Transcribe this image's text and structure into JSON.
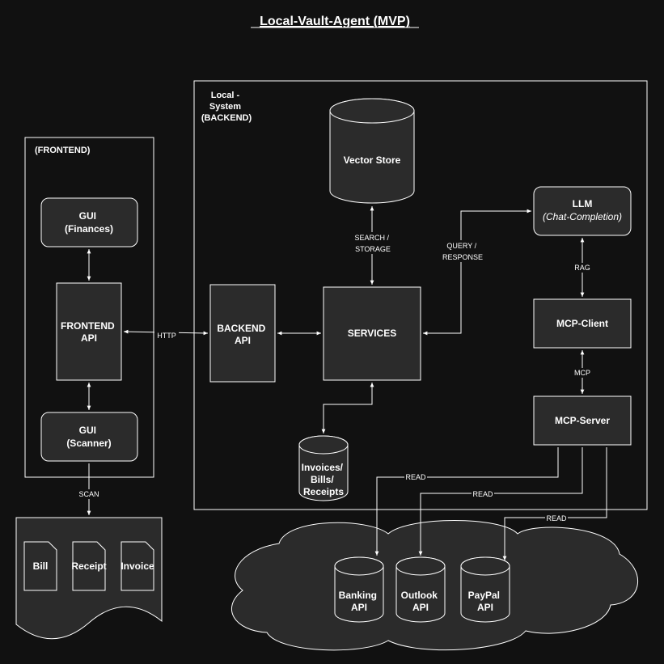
{
  "title": "Local-Vault-Agent (MVP)",
  "frontend": {
    "group_label": "(FRONTEND)",
    "gui_finances": [
      "GUI",
      "(Finances)"
    ],
    "frontend_api": [
      "FRONTEND",
      "API"
    ],
    "gui_scanner": [
      "GUI",
      "(Scanner)"
    ]
  },
  "backend": {
    "group_label": [
      "Local -",
      "System",
      "(BACKEND)"
    ],
    "backend_api": [
      "BACKEND",
      "API"
    ],
    "services": "SERVICES",
    "vector_store": "Vector Store",
    "invoices_store": [
      "Invoices/",
      "Bills/",
      "Receipts"
    ],
    "llm": [
      "LLM",
      "(Chat-Completion)"
    ],
    "mcp_client": "MCP-Client",
    "mcp_server": "MCP-Server"
  },
  "documents": [
    "Bill",
    "Receipt",
    "Invoice"
  ],
  "cloud_apis": {
    "banking": [
      "Banking",
      "API"
    ],
    "outlook": [
      "Outlook",
      "API"
    ],
    "paypal": [
      "PayPal",
      "API"
    ]
  },
  "edge_labels": {
    "http": "HTTP",
    "search_storage": [
      "SEARCH /",
      "STORAGE"
    ],
    "query_response": [
      "QUERY /",
      "RESPONSE"
    ],
    "rag": "RAG",
    "mcp": "MCP",
    "scan": "SCAN",
    "read_banking": "READ",
    "read_outlook": "READ",
    "read_paypal": "READ"
  },
  "colors": {
    "background": "#111111",
    "node_fill": "#2b2b2b",
    "stroke": "#ffffff",
    "text": "#ffffff"
  }
}
